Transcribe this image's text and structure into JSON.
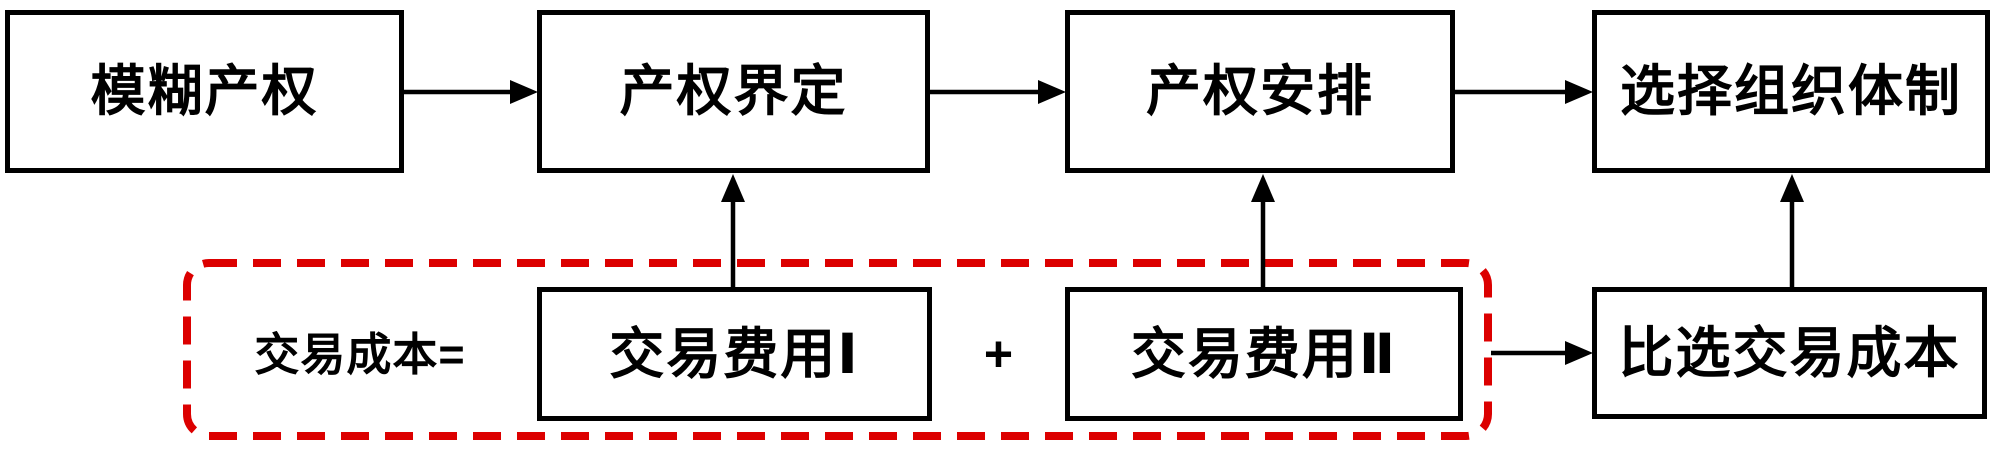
{
  "diagram": {
    "title_hint": "transaction-cost property-rights flowchart",
    "top_flow": [
      {
        "id": "fuzzy-property-rights",
        "label": "模糊产权"
      },
      {
        "id": "property-rights-definition",
        "label": "产权界定"
      },
      {
        "id": "property-rights-arrangement",
        "label": "产权安排"
      },
      {
        "id": "choose-organizational-system",
        "label": "选择组织体制"
      }
    ],
    "cost_group": {
      "equation_label": "交易成本=",
      "fee1_label": "交易费用Ⅰ",
      "operator": "+",
      "fee2_label": "交易费用Ⅱ"
    },
    "compare_label": "比选交易成本",
    "edges": [
      {
        "from": "模糊产权",
        "to": "产权界定",
        "direction": "right"
      },
      {
        "from": "产权界定",
        "to": "产权安排",
        "direction": "right"
      },
      {
        "from": "产权安排",
        "to": "选择组织体制",
        "direction": "right"
      },
      {
        "from": "交易费用Ⅰ",
        "to": "产权界定",
        "direction": "up"
      },
      {
        "from": "交易费用Ⅱ",
        "to": "产权安排",
        "direction": "up"
      },
      {
        "from": "交易成本组",
        "to": "比选交易成本",
        "direction": "right"
      },
      {
        "from": "比选交易成本",
        "to": "选择组织体制",
        "direction": "up"
      }
    ]
  },
  "colors": {
    "box_border": "#000000",
    "text": "#000000",
    "arrow": "#000000",
    "group_outline": "#dc0000",
    "background": "#ffffff"
  }
}
